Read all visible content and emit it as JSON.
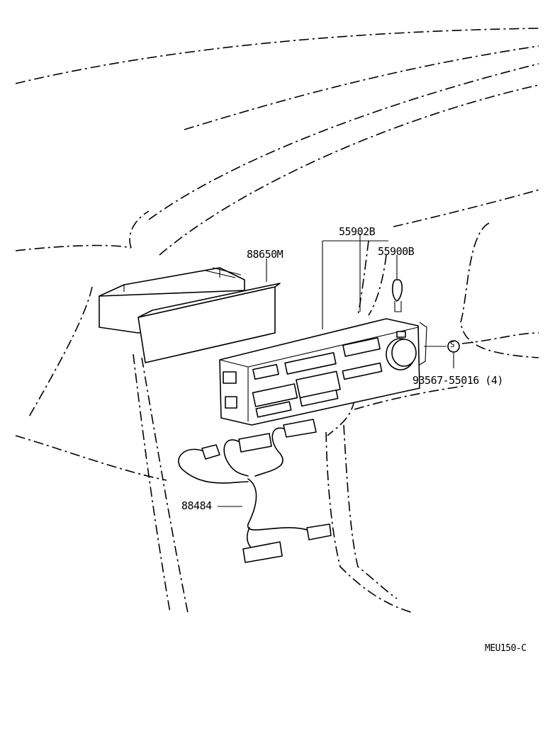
{
  "callouts": {
    "part_55902b": "55902B",
    "part_55900b": "55900B",
    "part_88650m": "88650M",
    "part_93567": "93567-55016 (4)",
    "part_88484": "88484",
    "screw_symbol": "S"
  },
  "drawing_code": "MEU150-C",
  "colors": {
    "line": "#000000",
    "background": "#ffffff"
  }
}
